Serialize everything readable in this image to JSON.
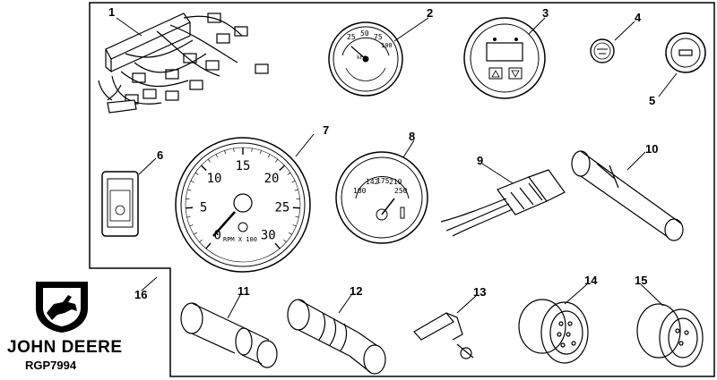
{
  "brand": {
    "name": "JOHN DEERE",
    "code": "RGP7994"
  },
  "callouts": [
    "1",
    "2",
    "3",
    "4",
    "5",
    "6",
    "7",
    "8",
    "9",
    "10",
    "11",
    "12",
    "13",
    "14",
    "15",
    "16"
  ],
  "tach": {
    "scale": [
      "0",
      "5",
      "10",
      "15",
      "20",
      "25",
      "30"
    ],
    "unit": "RPM X 100"
  },
  "small_gauge": {
    "scale": [
      "25",
      "50",
      "75",
      "100"
    ],
    "unit": "kPa"
  },
  "temp_gauge": {
    "scale": [
      "100",
      "142",
      "175",
      "210",
      "250"
    ]
  },
  "colors": {
    "line": "#000000",
    "paper": "#ffffff"
  }
}
